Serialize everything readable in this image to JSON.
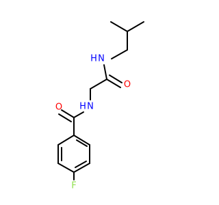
{
  "molecule": {
    "atoms": {
      "amine_n": {
        "symbol": "N",
        "label": "N",
        "hydrogen": "H",
        "color": "#0000ff"
      },
      "carbonyl_o_upper": {
        "symbol": "O",
        "label": "O",
        "color": "#ff0000"
      },
      "amide_n": {
        "symbol": "N",
        "label": "N",
        "hydrogen": "H",
        "color": "#0000ff"
      },
      "carbonyl_o_lower": {
        "symbol": "O",
        "label": "O",
        "color": "#ff0000"
      },
      "fluorine": {
        "symbol": "F",
        "label": "F",
        "color": "#90e050"
      }
    },
    "bond_color": "#000000"
  }
}
